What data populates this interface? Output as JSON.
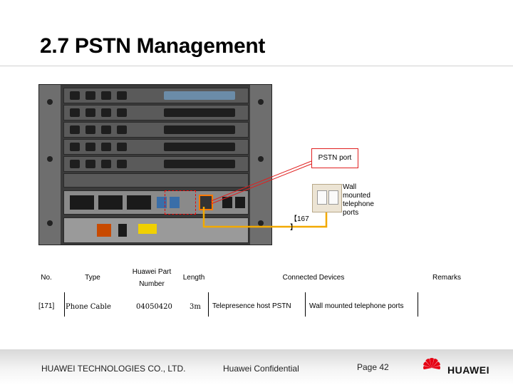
{
  "slide": {
    "title": "2.7 PSTN Management"
  },
  "diagram": {
    "pstn_port_label": "PSTN port",
    "wall_ports_label": [
      "Wall",
      "mounted",
      "telephone",
      "ports"
    ],
    "marker_label": [
      "【167",
      "】"
    ],
    "colors": {
      "callout_border": "#e02020",
      "cable": "#f2a900",
      "highlight": "#ff7a00"
    }
  },
  "table": {
    "headers": {
      "no": "No.",
      "type": "Type",
      "part_line1": "Huawei Part",
      "part_line2": "Number",
      "length": "Length",
      "connected": "Connected Devices",
      "remarks": "Remarks"
    },
    "row": {
      "no": "[171]",
      "type": "Phone Cable",
      "part": "04050420",
      "length": "3m",
      "device_a": "Telepresence host PSTN",
      "device_b": "Wall mounted telephone ports"
    }
  },
  "footer": {
    "company": "HUAWEI TECHNOLOGIES CO., LTD.",
    "confidential": "Huawei Confidential",
    "page": "Page 42",
    "logo_text": "HUAWEI",
    "logo_color": "#e60012"
  }
}
